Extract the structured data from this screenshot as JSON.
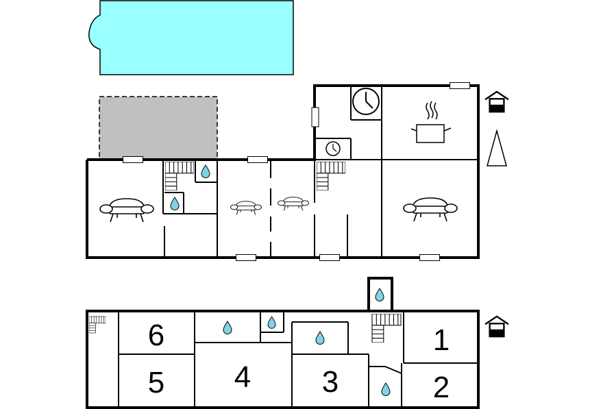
{
  "floorplan": {
    "upper_floor": {
      "bedrooms": [
        {
          "id": "6",
          "label": "6"
        },
        {
          "id": "5",
          "label": "5"
        },
        {
          "id": "4",
          "label": "4"
        },
        {
          "id": "3",
          "label": "3"
        },
        {
          "id": "1",
          "label": "1"
        },
        {
          "id": "2",
          "label": "2"
        }
      ]
    },
    "colors": {
      "pool": "#99ffff",
      "terrace": "#c0c0c0",
      "wall": "#000000",
      "water_drop": "#7fd4e6"
    },
    "icons": [
      "pool",
      "terrace",
      "stairs",
      "shower-drop",
      "sofa",
      "armchair",
      "kitchen-pot",
      "clock",
      "house-entrance",
      "north-arrow",
      "window"
    ]
  }
}
